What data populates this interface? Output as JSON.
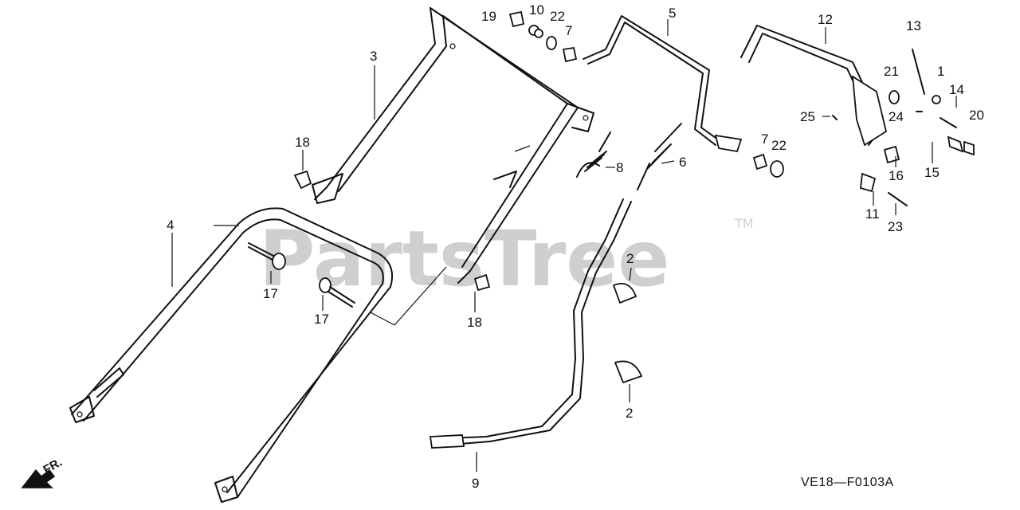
{
  "watermark": {
    "brand": "PartsTree",
    "mark": "TM"
  },
  "diagram_code": "VE18—F0103A",
  "direction_label": "FR.",
  "callouts": [
    {
      "id": "c1",
      "label": "1"
    },
    {
      "id": "c2a",
      "label": "2"
    },
    {
      "id": "c2b",
      "label": "2"
    },
    {
      "id": "c3",
      "label": "3"
    },
    {
      "id": "c4",
      "label": "4"
    },
    {
      "id": "c5",
      "label": "5"
    },
    {
      "id": "c6",
      "label": "6"
    },
    {
      "id": "c7a",
      "label": "7"
    },
    {
      "id": "c7b",
      "label": "7"
    },
    {
      "id": "c8",
      "label": "8"
    },
    {
      "id": "c9",
      "label": "9"
    },
    {
      "id": "c10",
      "label": "10"
    },
    {
      "id": "c11",
      "label": "11"
    },
    {
      "id": "c12",
      "label": "12"
    },
    {
      "id": "c13",
      "label": "13"
    },
    {
      "id": "c14",
      "label": "14"
    },
    {
      "id": "c15",
      "label": "15"
    },
    {
      "id": "c16",
      "label": "16"
    },
    {
      "id": "c17a",
      "label": "17"
    },
    {
      "id": "c17b",
      "label": "17"
    },
    {
      "id": "c18a",
      "label": "18"
    },
    {
      "id": "c18b",
      "label": "18"
    },
    {
      "id": "c19",
      "label": "19"
    },
    {
      "id": "c20",
      "label": "20"
    },
    {
      "id": "c21",
      "label": "21"
    },
    {
      "id": "c22a",
      "label": "22"
    },
    {
      "id": "c22b",
      "label": "22"
    },
    {
      "id": "c23",
      "label": "23"
    },
    {
      "id": "c24",
      "label": "24"
    },
    {
      "id": "c25",
      "label": "25"
    }
  ]
}
